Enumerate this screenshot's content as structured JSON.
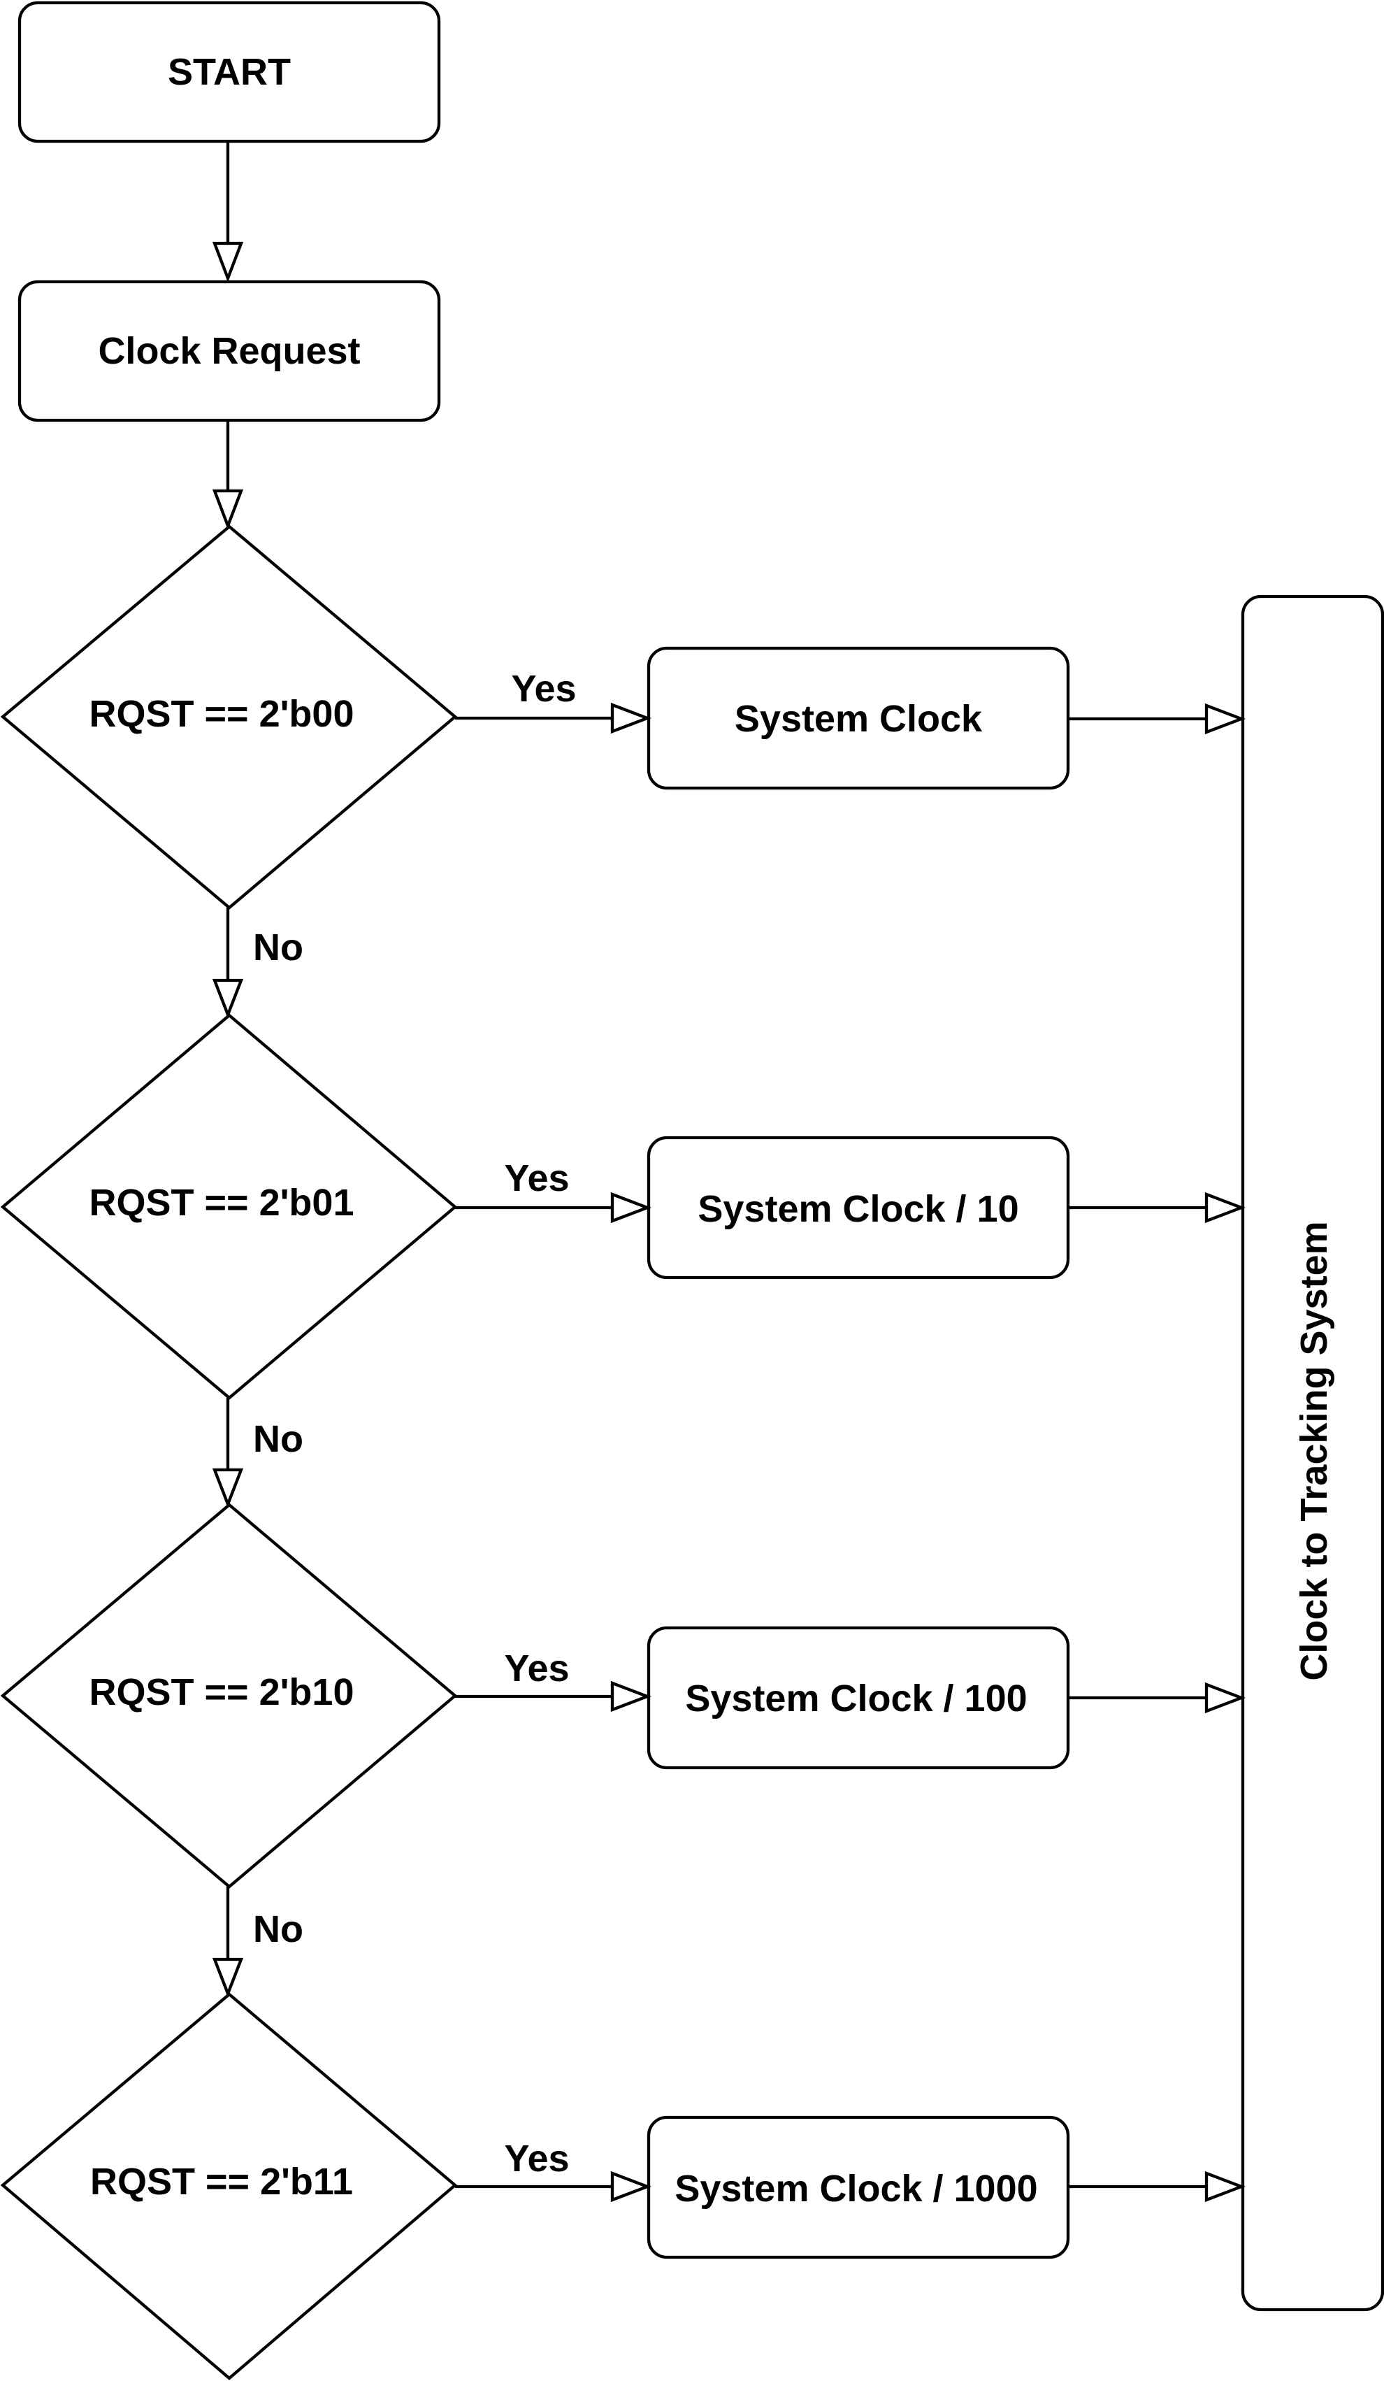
{
  "nodes": {
    "start": "START",
    "clock_request": "Clock Request",
    "decisions": [
      "RQST == 2'b00",
      "RQST == 2'b01",
      "RQST == 2'b10",
      "RQST == 2'b11"
    ],
    "outputs": [
      "System Clock",
      "System Clock / 10",
      "System Clock / 100",
      "System Clock / 1000"
    ],
    "sink": "Clock to Tracking System"
  },
  "edge_labels": {
    "yes": "Yes",
    "no": "No"
  },
  "colors": {
    "stroke": "#000000",
    "fill": "#ffffff",
    "text": "#000000"
  }
}
